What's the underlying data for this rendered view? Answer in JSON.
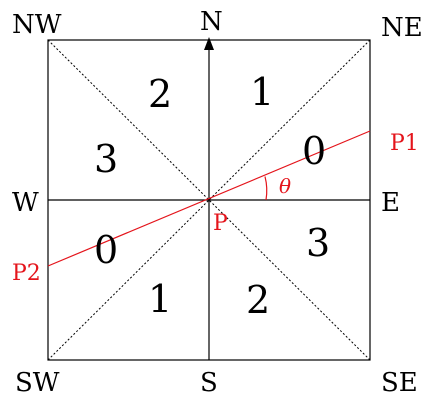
{
  "directions": {
    "nw": "NW",
    "n": "N",
    "ne": "NE",
    "w": "W",
    "e": "E",
    "sw": "SW",
    "s": "S",
    "se": "SE"
  },
  "sectors": {
    "ne_upper": "1",
    "ne_lower": "0",
    "nw_upper": "2",
    "nw_lower": "3",
    "sw_upper": "0",
    "sw_lower": "1",
    "se_lower": "2",
    "se_upper": "3"
  },
  "points": {
    "p": "P",
    "p1": "P1",
    "p2": "P2"
  },
  "angle_label": "θ",
  "colors": {
    "line": "#000000",
    "accent": "#e4141b"
  }
}
